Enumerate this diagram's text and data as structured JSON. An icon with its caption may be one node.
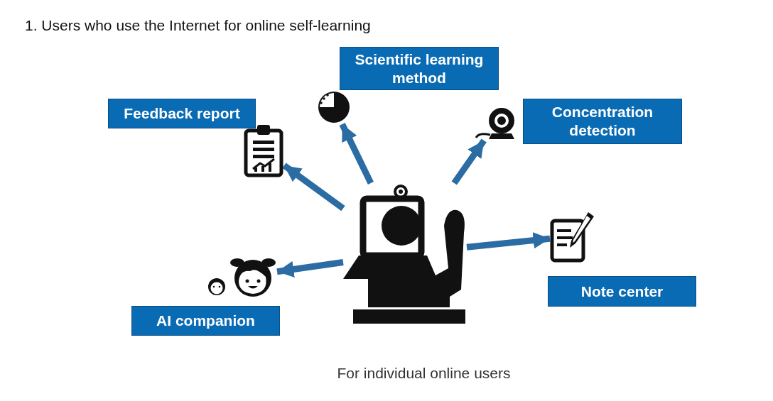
{
  "diagram": {
    "title": "1. Users who use the Internet for online self-learning",
    "caption": "For individual online users",
    "nodes": [
      {
        "text": [
          "Scientific learning method"
        ]
      },
      {
        "text": [
          "Feedback report"
        ]
      },
      {
        "text": [
          "Concentration detection"
        ]
      },
      {
        "text": [
          "Note center"
        ]
      },
      {
        "text": [
          "AI companion"
        ]
      },
      {
        "text": [],
        "shape": "picture"
      },
      {
        "text": [],
        "shape": "picture"
      },
      {
        "text": [],
        "shape": "picture"
      },
      {
        "text": [],
        "shape": "picture"
      },
      {
        "text": [],
        "shape": "picture"
      },
      {
        "text": [],
        "shape": "picture"
      }
    ],
    "edges": [
      {
        "from": 5,
        "to": 7,
        "arrow": "to"
      },
      {
        "from": 5,
        "to": 6,
        "arrow": "to"
      },
      {
        "from": 5,
        "to": 8,
        "arrow": "to"
      },
      {
        "from": 5,
        "to": 9,
        "arrow": "to"
      },
      {
        "from": 5,
        "to": 10,
        "arrow": "to"
      }
    ]
  }
}
